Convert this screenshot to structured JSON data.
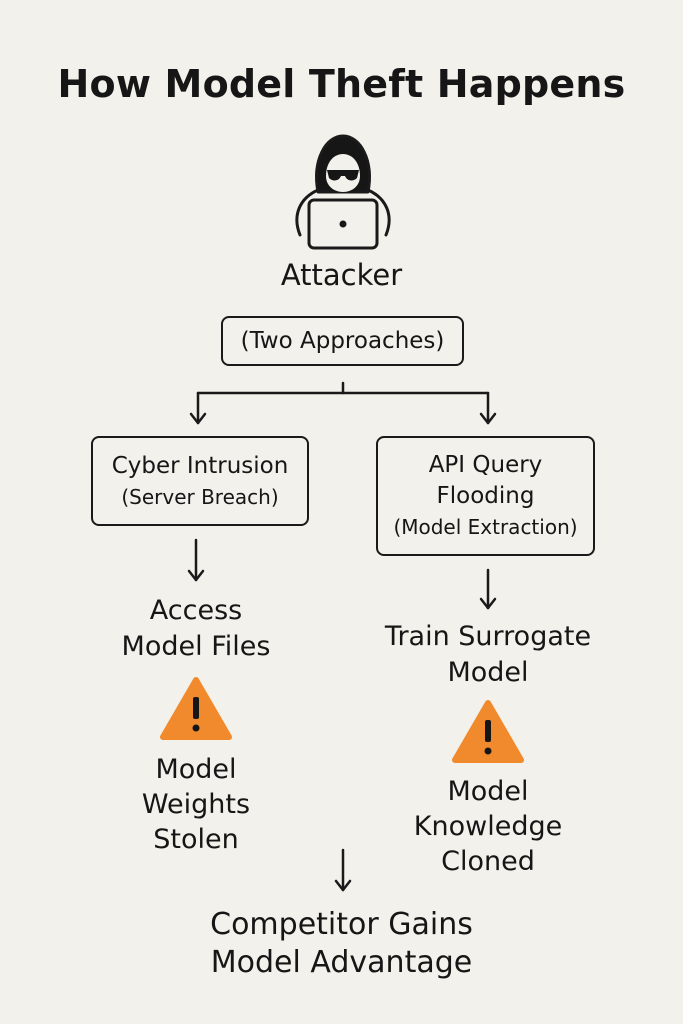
{
  "title": "How Model Theft Happens",
  "attacker": {
    "label": "Attacker",
    "icon": "hooded-hacker-laptop-icon"
  },
  "approaches_label": "(Two Approaches)",
  "left_branch": {
    "box_title": "Cyber Intrusion",
    "box_subtitle": "(Server Breach)",
    "step_lines": [
      "Access",
      "Model Files"
    ],
    "warning_icon": "warning-triangle-icon",
    "outcome_lines": [
      "Model",
      "Weights",
      "Stolen"
    ]
  },
  "right_branch": {
    "box_title_lines": [
      "API Query",
      "Flooding"
    ],
    "box_subtitle": "(Model Extraction)",
    "step_lines": [
      "Train Surrogate",
      "Model"
    ],
    "warning_icon": "warning-triangle-icon",
    "outcome_lines": [
      "Model",
      "Knowledge",
      "Cloned"
    ]
  },
  "final_lines": [
    "Competitor Gains",
    "Model Advantage"
  ],
  "colors": {
    "background": "#f3f1eb",
    "ink": "#161616",
    "warning": "#f08a2c"
  }
}
